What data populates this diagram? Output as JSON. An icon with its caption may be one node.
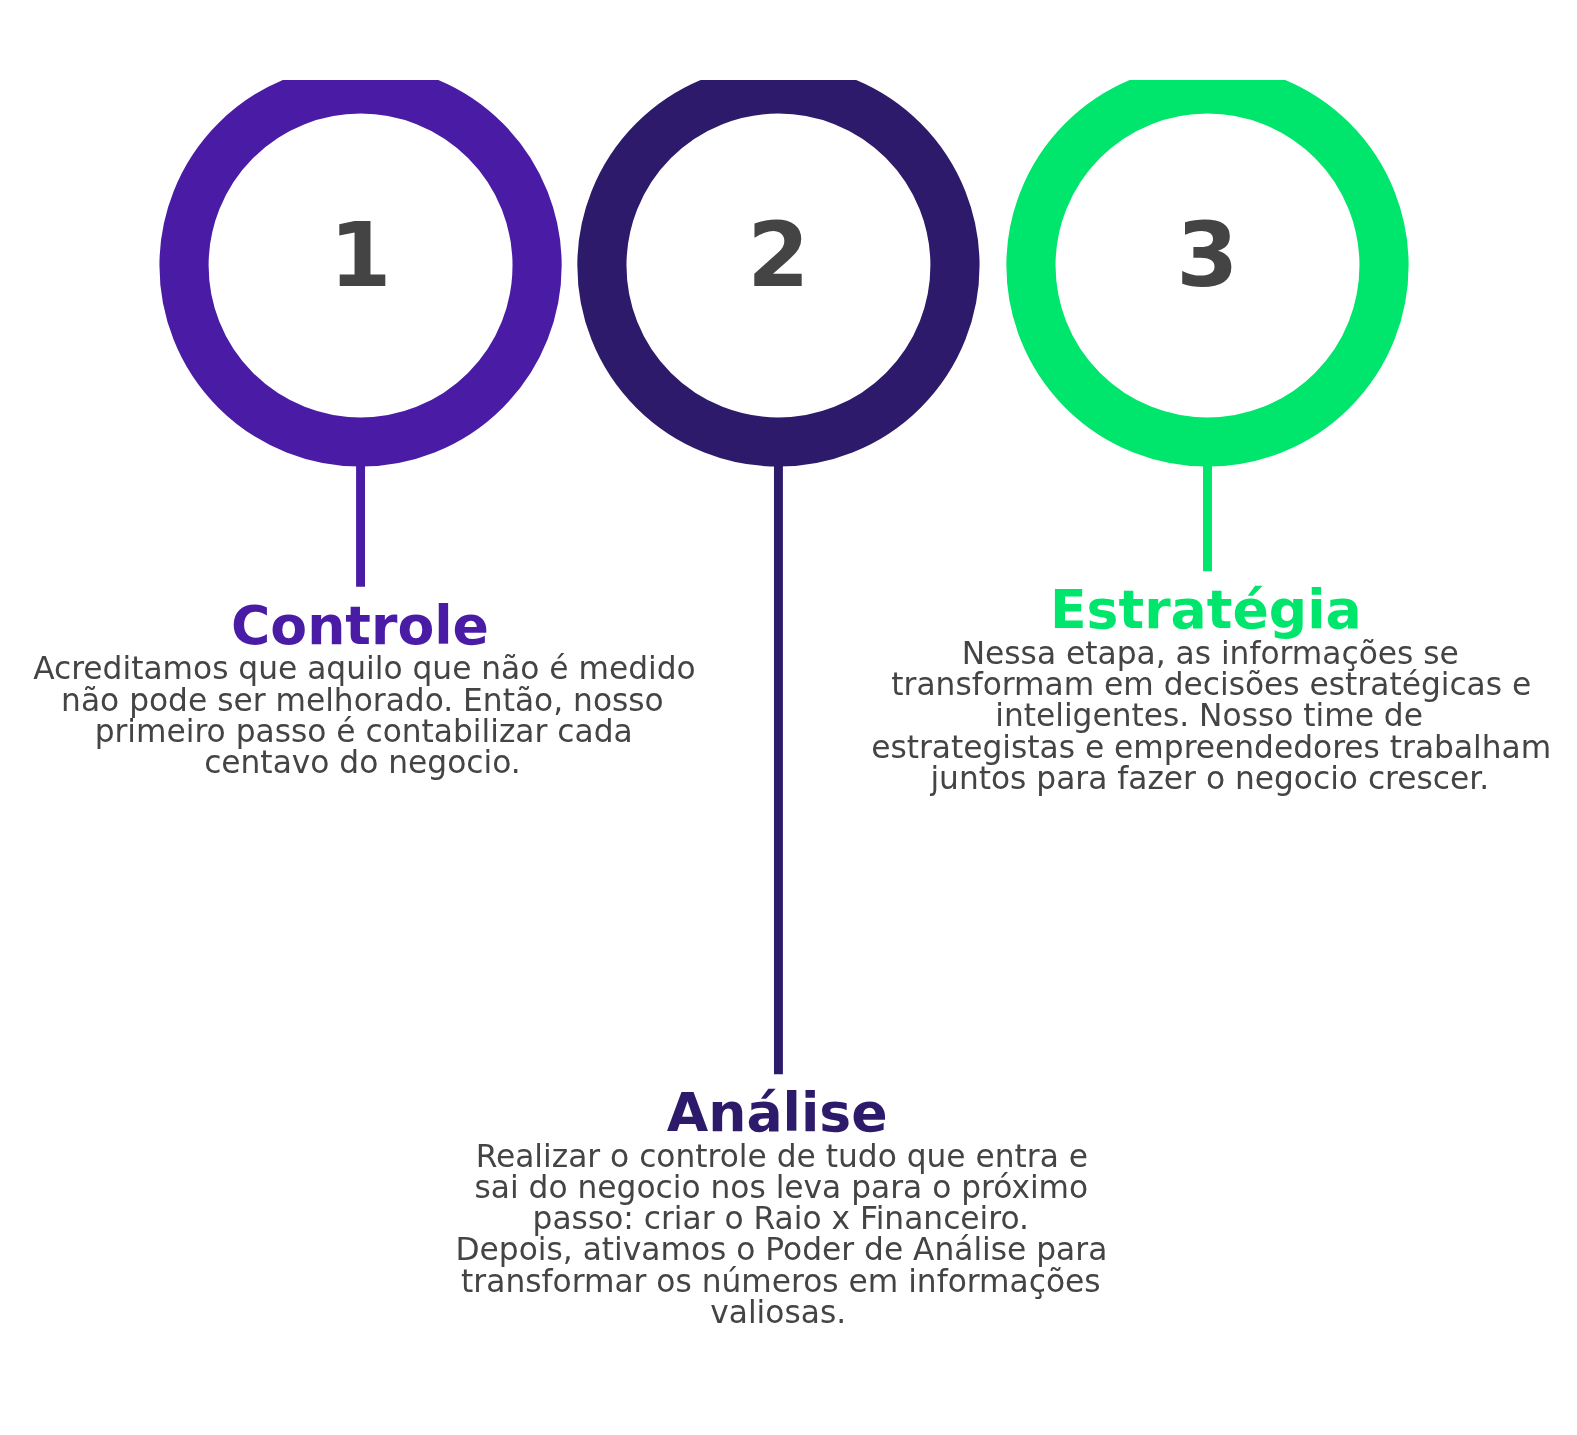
{
  "diagram": {
    "nodes": [
      {
        "text": [
          "1"
        ]
      },
      {
        "text": [
          "2"
        ]
      },
      {
        "text": [
          "3"
        ]
      },
      {
        "text": [
          "Controle",
          "Acreditamos que aquilo que não é medido não pode ser melhorado. Então, nosso primeiro passo é contabilizar cada centavo do negocio."
        ]
      },
      {
        "text": [
          "Análise",
          "Realizar o controle de tudo que entra e sai do negocio nos leva para o próximo passo: criar o Raio x Financeiro. Depois, ativamos o Poder de Análise para transformar os números em informações valiosas."
        ]
      },
      {
        "text": [
          "Estratégia",
          "Nessa etapa, as informações se transformam em decisões estratégicas e inteligentes. Nosso time de estrategistas e empreendedores trabalham juntos para fazer o negocio crescer."
        ]
      }
    ],
    "edges": [
      {
        "from": 0,
        "to": 3,
        "arrow": "none",
        "color": "#4a1ca6"
      },
      {
        "from": 1,
        "to": 4,
        "arrow": "none",
        "color": "#2e1a6b"
      },
      {
        "from": 2,
        "to": 5,
        "arrow": "none",
        "color": "#00e56b"
      }
    ]
  }
}
